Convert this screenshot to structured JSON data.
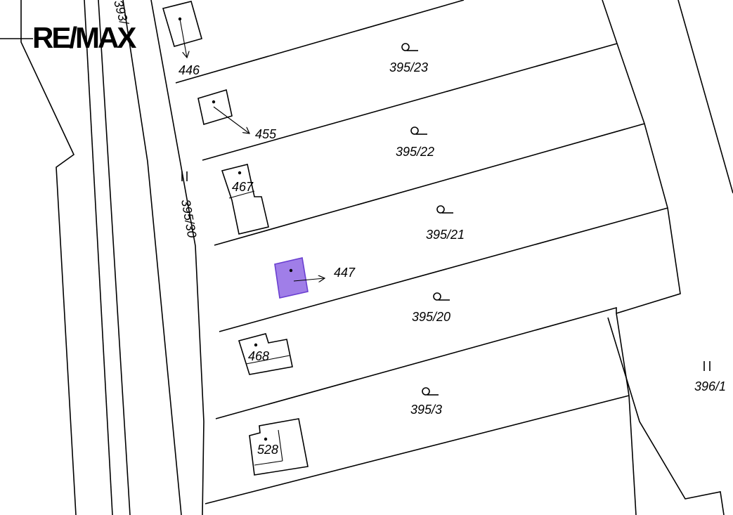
{
  "logo": {
    "text": "RE/MAX"
  },
  "parcels": [
    {
      "id": "parcel-395-23",
      "label": "395/23",
      "type": "garden"
    },
    {
      "id": "parcel-395-22",
      "label": "395/22",
      "type": "garden"
    },
    {
      "id": "parcel-395-21",
      "label": "395/21",
      "type": "garden"
    },
    {
      "id": "parcel-395-20",
      "label": "395/20",
      "type": "garden"
    },
    {
      "id": "parcel-395-3",
      "label": "395/3",
      "type": "garden"
    },
    {
      "id": "parcel-395-30",
      "label": "395/30",
      "type": "other"
    },
    {
      "id": "parcel-396-1",
      "label": "396/1",
      "type": "other"
    },
    {
      "id": "parcel-393",
      "label": "393/",
      "type": "road"
    }
  ],
  "buildings": [
    {
      "id": "building-446",
      "label": "446",
      "highlighted": false
    },
    {
      "id": "building-455",
      "label": "455",
      "highlighted": false
    },
    {
      "id": "building-467",
      "label": "467",
      "highlighted": false
    },
    {
      "id": "building-447",
      "label": "447",
      "highlighted": true
    },
    {
      "id": "building-468",
      "label": "468",
      "highlighted": false
    },
    {
      "id": "building-528",
      "label": "528",
      "highlighted": false
    }
  ],
  "colors": {
    "highlight_fill": "#a07ee8",
    "highlight_stroke": "#6a3fd0",
    "line": "#000000",
    "background": "#ffffff"
  }
}
